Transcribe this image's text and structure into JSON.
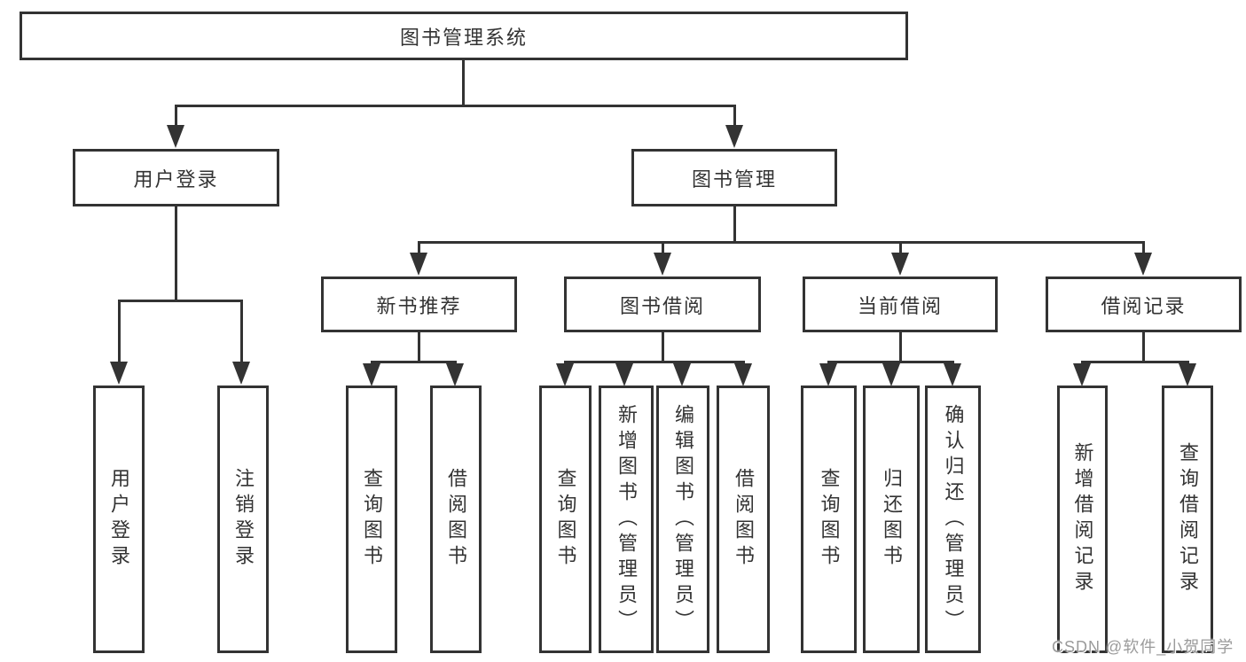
{
  "nodes": {
    "root": "图书管理系统",
    "user_login": "用户登录",
    "book_mgmt": "图书管理",
    "new_book_rec": "新书推荐",
    "book_borrow": "图书借阅",
    "current_borrow": "当前借阅",
    "borrow_record": "借阅记录",
    "a1": "用户登录",
    "a2": "注销登录",
    "b1": "查询图书",
    "b2": "借阅图书",
    "c1": "查询图书",
    "c2": "新增图书（管理员）",
    "c3": "编辑图书（管理员）",
    "c4": "借阅图书",
    "d1": "查询图书",
    "d2": "归还图书",
    "d3": "确认归还（管理员）",
    "e1": "新增借阅记录",
    "e2": "查询借阅记录"
  },
  "hierarchy": {
    "图书管理系统": {
      "用户登录": [
        "用户登录",
        "注销登录"
      ],
      "图书管理": {
        "新书推荐": [
          "查询图书",
          "借阅图书"
        ],
        "图书借阅": [
          "查询图书",
          "新增图书（管理员）",
          "编辑图书（管理员）",
          "借阅图书"
        ],
        "当前借阅": [
          "查询图书",
          "归还图书",
          "确认归还（管理员）"
        ],
        "借阅记录": [
          "新增借阅记录",
          "查询借阅记录"
        ]
      }
    }
  },
  "watermark": "CSDN @软件_小贺同学",
  "colors": {
    "line": "#333333",
    "text": "#333333",
    "box_background": "#ffffff",
    "watermark": "#9b9b9b",
    "background": "#ffffff"
  }
}
